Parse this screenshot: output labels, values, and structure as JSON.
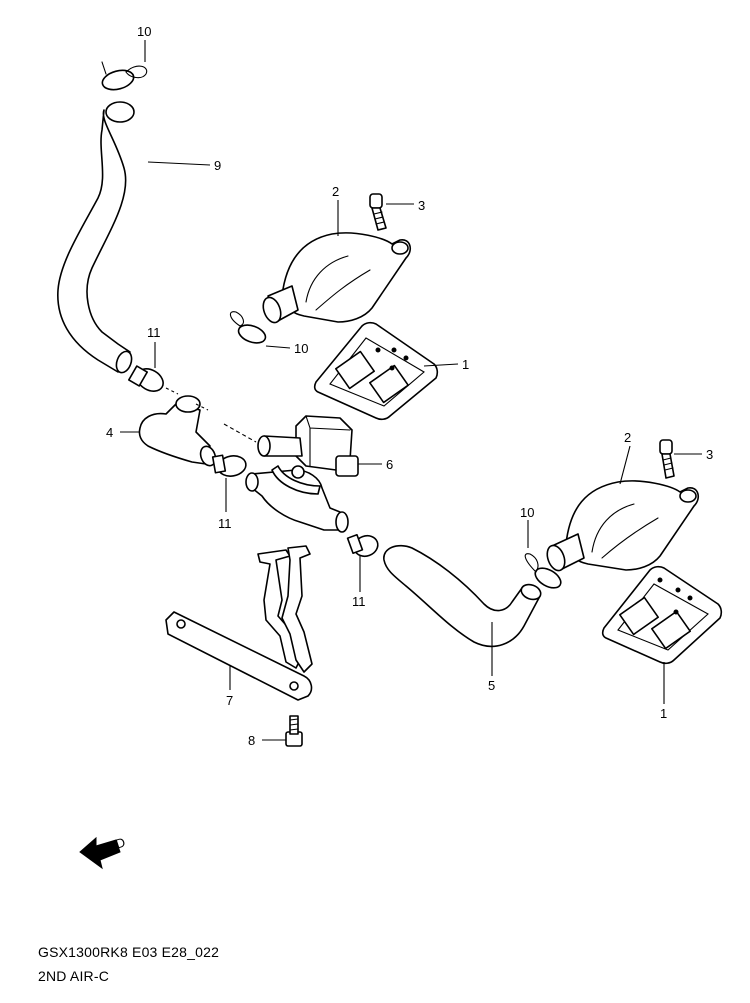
{
  "labels": {
    "l10a": "10",
    "l9": "9",
    "l2a": "2",
    "l3a": "3",
    "l11a": "11",
    "l10b": "10",
    "l1a": "1",
    "l4": "4",
    "l6": "6",
    "l11b": "11",
    "l11c": "11",
    "l2b": "2",
    "l3b": "3",
    "l10c": "10",
    "l7": "7",
    "l5": "5",
    "l1b": "1",
    "l8": "8"
  },
  "fwd_arrow_text": "FWD",
  "caption": {
    "code": "GSX1300RK8 E03 E28_022",
    "title": "2ND AIR-C"
  }
}
